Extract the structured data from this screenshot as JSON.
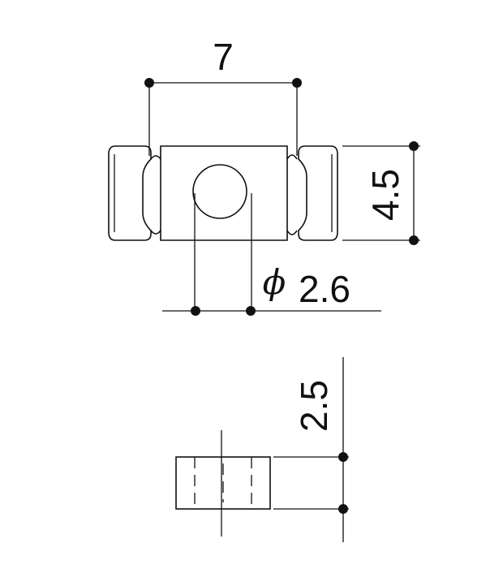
{
  "drawing": {
    "top_view": {
      "dims": {
        "length": "7",
        "height": "4.5",
        "hole_symbol": "ϕ",
        "hole_diameter": "2.6"
      }
    },
    "side_view": {
      "dims": {
        "thickness": "2.5"
      }
    }
  }
}
